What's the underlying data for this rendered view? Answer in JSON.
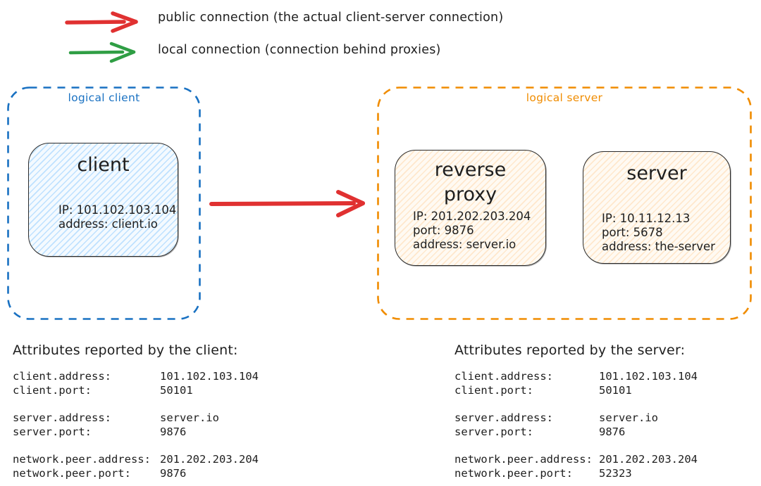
{
  "colors": {
    "public_connection": "#e03131",
    "local_connection": "#2f9e44",
    "logical_client": "#1971c2",
    "logical_server": "#f08c00",
    "text": "#1e1e1e"
  },
  "legend": {
    "public": "public connection (the actual client-server connection)",
    "local": "local connection (connection behind proxies)"
  },
  "logical_client": {
    "label": "logical client",
    "client": {
      "title": "client",
      "lines": [
        "IP: 101.102.103.104",
        "address: client.io"
      ]
    }
  },
  "logical_server": {
    "label": "logical server",
    "reverse_proxy": {
      "title": "reverse proxy",
      "lines": [
        "IP: 201.202.203.204",
        "port: 9876",
        "address: server.io"
      ]
    },
    "server": {
      "title": "server",
      "lines": [
        "IP: 10.11.12.13",
        "port: 5678",
        "address: the-server"
      ]
    }
  },
  "attributes_client": {
    "heading": "Attributes reported by the client:",
    "groups": [
      {
        "rows": [
          {
            "key": "client.address:",
            "value": "101.102.103.104"
          },
          {
            "key": "client.port:",
            "value": "50101"
          }
        ]
      },
      {
        "rows": [
          {
            "key": "server.address:",
            "value": "server.io"
          },
          {
            "key": "server.port:",
            "value": "9876"
          }
        ]
      },
      {
        "rows": [
          {
            "key": "network.peer.address:",
            "value": "201.202.203.204"
          },
          {
            "key": "network.peer.port:",
            "value": "9876"
          }
        ]
      }
    ]
  },
  "attributes_server": {
    "heading": "Attributes reported by the server:",
    "groups": [
      {
        "rows": [
          {
            "key": "client.address:",
            "value": "101.102.103.104"
          },
          {
            "key": "client.port:",
            "value": "50101"
          }
        ]
      },
      {
        "rows": [
          {
            "key": "server.address:",
            "value": "server.io"
          },
          {
            "key": "server.port:",
            "value": "9876"
          }
        ]
      },
      {
        "rows": [
          {
            "key": "network.peer.address:",
            "value": "201.202.203.204"
          },
          {
            "key": "network.peer.port:",
            "value": "52323"
          }
        ]
      }
    ]
  }
}
